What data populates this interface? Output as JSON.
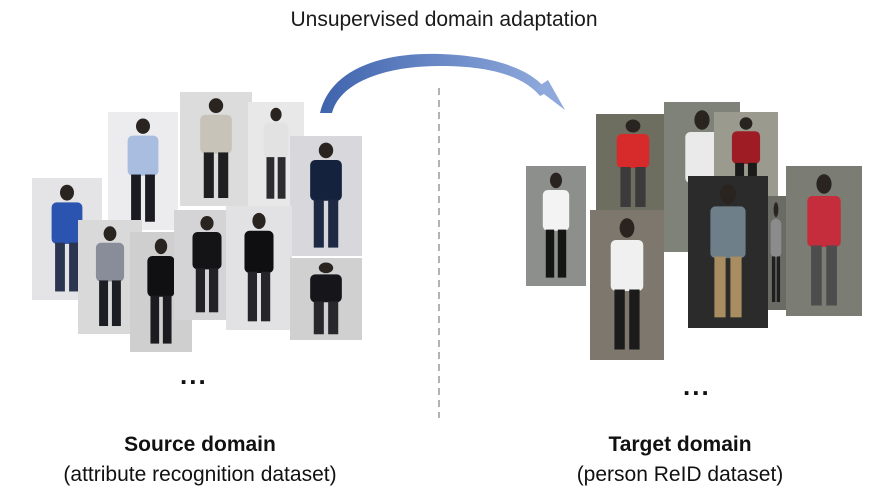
{
  "title": "Unsupervised domain adaptation",
  "source": {
    "name": "Source domain",
    "description": "(attribute recognition dataset)",
    "ellipsis": "...",
    "photo_names": [
      "pedestrian-photo-blue-jacket",
      "pedestrian-photo-grey-sweater",
      "pedestrian-photo-dark-pants",
      "pedestrian-photo-grey-coat",
      "pedestrian-photo-white-shirt",
      "pedestrian-photo-navy-jacket",
      "pedestrian-photo-black-jacket",
      "pedestrian-photo-black-top",
      "pedestrian-photo-suit",
      "pedestrian-photo-black-coat"
    ]
  },
  "target": {
    "name": "Target domain",
    "description": "(person ReID dataset)",
    "ellipsis": "...",
    "photo_names": [
      "pedestrian-photo-white-tee",
      "pedestrian-photo-red-backpack",
      "pedestrian-photo-white-shirt",
      "pedestrian-photo-red-shirt",
      "pedestrian-photo-red-bag",
      "pedestrian-photo-khaki-shorts",
      "pedestrian-photo-white-tee-walking",
      "pedestrian-photo-grey-pants"
    ]
  },
  "colors": {
    "arrow": "#6f8fc9",
    "divider": "#9a9a9a"
  }
}
